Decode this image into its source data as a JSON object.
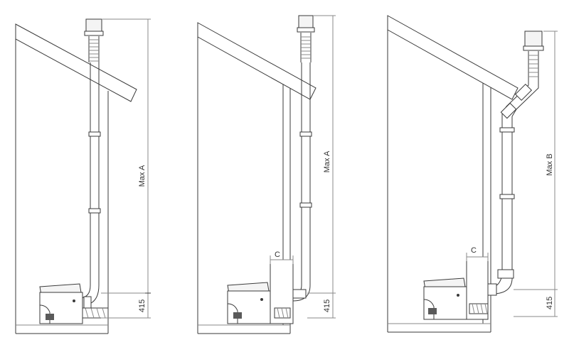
{
  "colors": {
    "line": "#3a3a3a",
    "light": "#8a8a8a",
    "fill_light": "#f4f4f4",
    "fill_dark": "#5a5a5a",
    "background": "#ffffff"
  },
  "panels": [
    {
      "id": "panel-1",
      "height_label": "Max A",
      "clearance_label": "",
      "base_label": "415"
    },
    {
      "id": "panel-2",
      "height_label": "Max A",
      "clearance_label": "C",
      "base_label": "415"
    },
    {
      "id": "panel-3",
      "height_label": "Max B",
      "clearance_label": "C",
      "base_label": "415"
    }
  ]
}
